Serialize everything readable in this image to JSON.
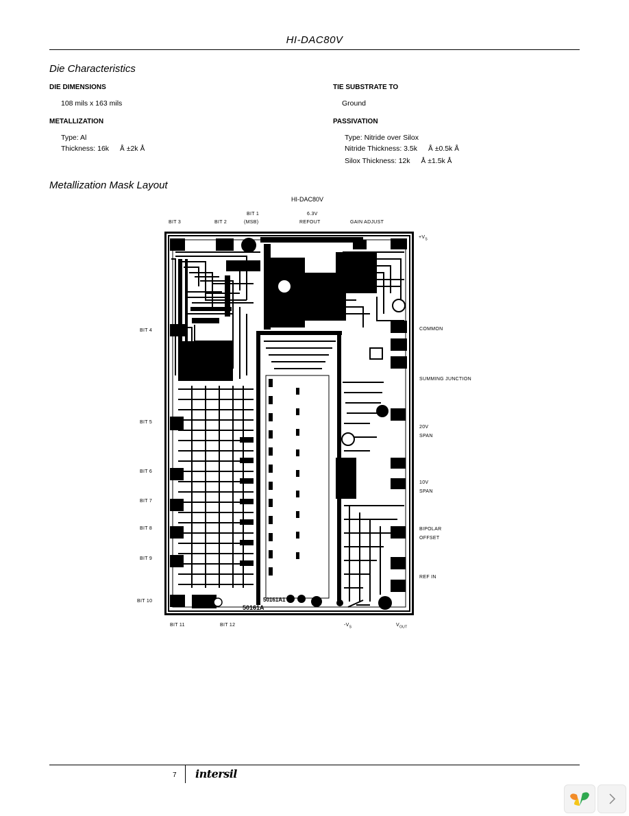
{
  "header": {
    "title": "HI-DAC80V"
  },
  "section1": {
    "title": "Die Characteristics",
    "die_dimensions": {
      "label": "DIE DIMENSIONS",
      "value": "108 mils x 163 mils"
    },
    "metallization": {
      "label": "METALLIZATION",
      "type": "Type: Al",
      "thickness_label": "Thickness: 16k",
      "thickness_unit": "Å",
      "thickness_tol": "±2k",
      "thickness_tol_unit": "Å"
    },
    "tie_substrate": {
      "label": "TIE SUBSTRATE TO",
      "value": "Ground"
    },
    "passivation": {
      "label": "PASSIVATION",
      "type": "Type: Nitride over Silox",
      "nitride_label": "Nitride Thickness: 3.5k",
      "nitride_unit": "Å",
      "nitride_tol": "±0.5k",
      "nitride_tol_unit": "Å",
      "silox_label": "Silox Thickness: 12k",
      "silox_unit": "Å",
      "silox_tol": "±1.5k",
      "silox_tol_unit": "Å"
    }
  },
  "section2": {
    "title": "Metallization Mask Layout",
    "chip_title": "HI-DAC80V",
    "pins": {
      "bit3": "BIT 3",
      "bit2": "BIT 2",
      "bit1": "BIT 1",
      "msb": "(MSB)",
      "v63": "6.3V",
      "refout": "REFOUT",
      "gain_adjust": "GAIN ADJUST",
      "vs_pos_main": "+V",
      "vs_pos_sub": "S",
      "common": "COMMON",
      "summing": "SUMMING JUNCTION",
      "span20_a": "20V",
      "span20_b": "SPAN",
      "span10_a": "10V",
      "span10_b": "SPAN",
      "bipolar_a": "BIPOLAR",
      "bipolar_b": "OFFSET",
      "refin": "REF IN",
      "bit4": "BIT 4",
      "bit5": "BIT 5",
      "bit6": "BIT 6",
      "bit7": "BIT 7",
      "bit8": "BIT 8",
      "bit9": "BIT 9",
      "bit10": "BIT 10",
      "bit11": "BIT 11",
      "bit12": "BIT 12",
      "vs_neg_main": "-V",
      "vs_neg_sub": "S",
      "vout_main": "V",
      "vout_sub": "OUT"
    },
    "die_markings": {
      "mark1": "50161A1",
      "mark2": "50161A"
    }
  },
  "footer": {
    "page": "7",
    "logo": "intersil"
  }
}
